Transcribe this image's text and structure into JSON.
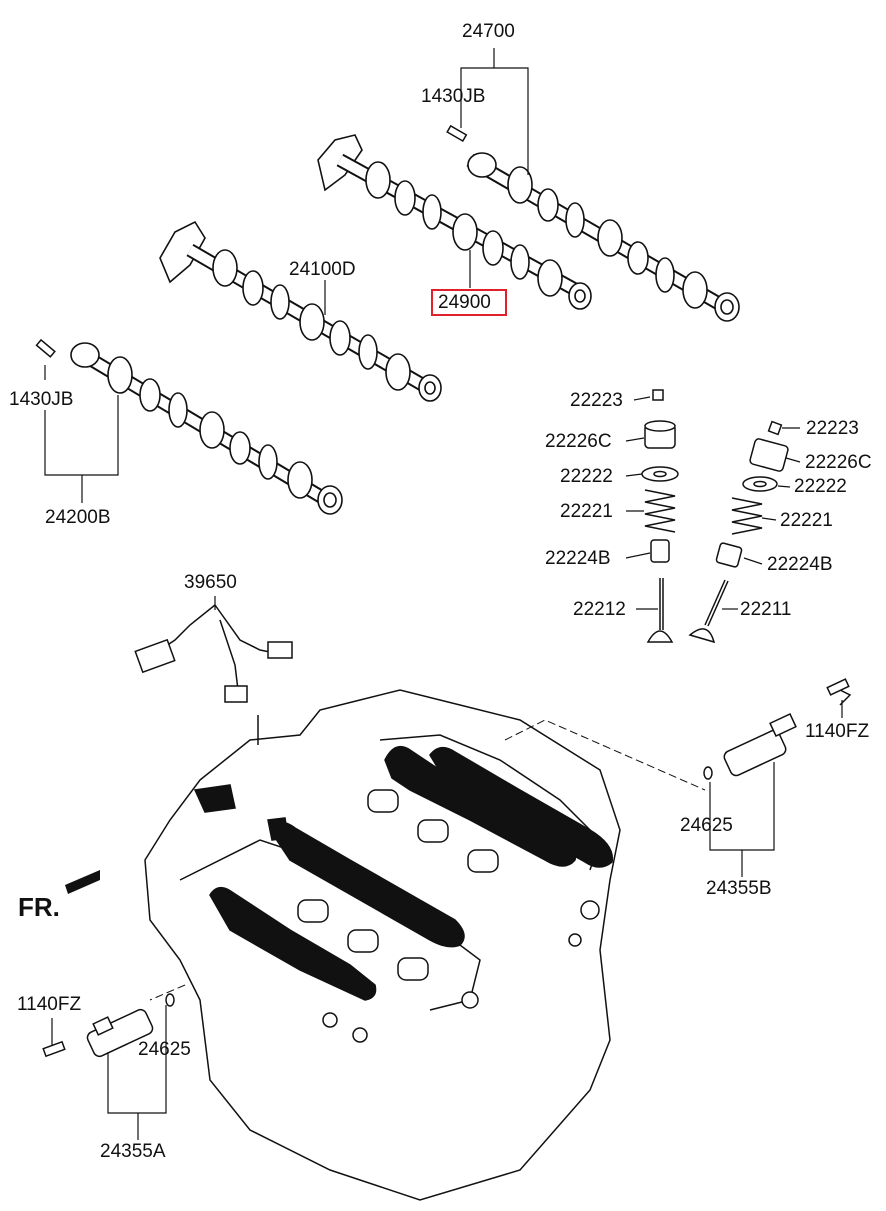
{
  "diagram": {
    "highlight_color": "#e0202a",
    "direction_label": "FR.",
    "labels": {
      "l24700": "24700",
      "l1430JB_top": "1430JB",
      "l24900": "24900",
      "l24100D": "24100D",
      "l1430JB_left": "1430JB",
      "l24200B": "24200B",
      "l22223_a": "22223",
      "l22226C_a": "22226C",
      "l22222_a": "22222",
      "l22221_a": "22221",
      "l22224B_a": "22224B",
      "l22212": "22212",
      "l22223_b": "22223",
      "l22226C_b": "22226C",
      "l22222_b": "22222",
      "l22221_b": "22221",
      "l22224B_b": "22224B",
      "l22211": "22211",
      "l39650": "39650",
      "l1140FZ_r": "1140FZ",
      "l24625_r": "24625",
      "l24355B": "24355B",
      "l1140FZ_l": "1140FZ",
      "l24625_l": "24625",
      "l24355A": "24355A"
    }
  }
}
